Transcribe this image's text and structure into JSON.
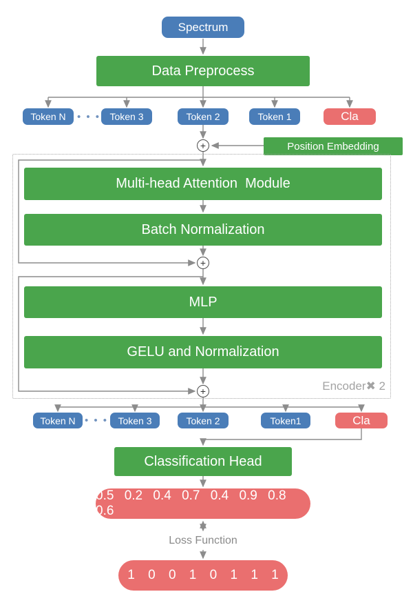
{
  "colors": {
    "green": "#4aa54c",
    "blue": "#4a7db8",
    "red": "#ea6f6f",
    "wire_gray": "#8c8c8c",
    "label_gray": "#a3a3a3"
  },
  "flow": {
    "spectrum": "Spectrum",
    "data_preprocess": "Data Preprocess",
    "position_embedding": "Position Embedding",
    "attention": "Multi-head Attention  Module",
    "batch_norm": "Batch Normalization",
    "mlp": "MLP",
    "gelu_norm": "GELU and Normalization",
    "encoder_repeat": "Encoder✖ 2",
    "classification_head": "Classification Head",
    "loss_function": "Loss Function"
  },
  "tokens_top": {
    "items": [
      "Token N",
      "Token 3",
      "Token 2",
      "Token 1"
    ],
    "dots": "• • •",
    "cla": "Cla"
  },
  "tokens_bottom": {
    "items": [
      "Token N",
      "Token 3",
      "Token 2",
      "Token1"
    ],
    "dots": "• • •",
    "cla": "Cla"
  },
  "outputs": {
    "probabilities": "0.5 0.2 0.4 0.7 0.4 0.9 0.8 0.6",
    "labels": "1 0 0 1 0 1 1 1"
  },
  "symbols": {
    "plus": "+"
  }
}
